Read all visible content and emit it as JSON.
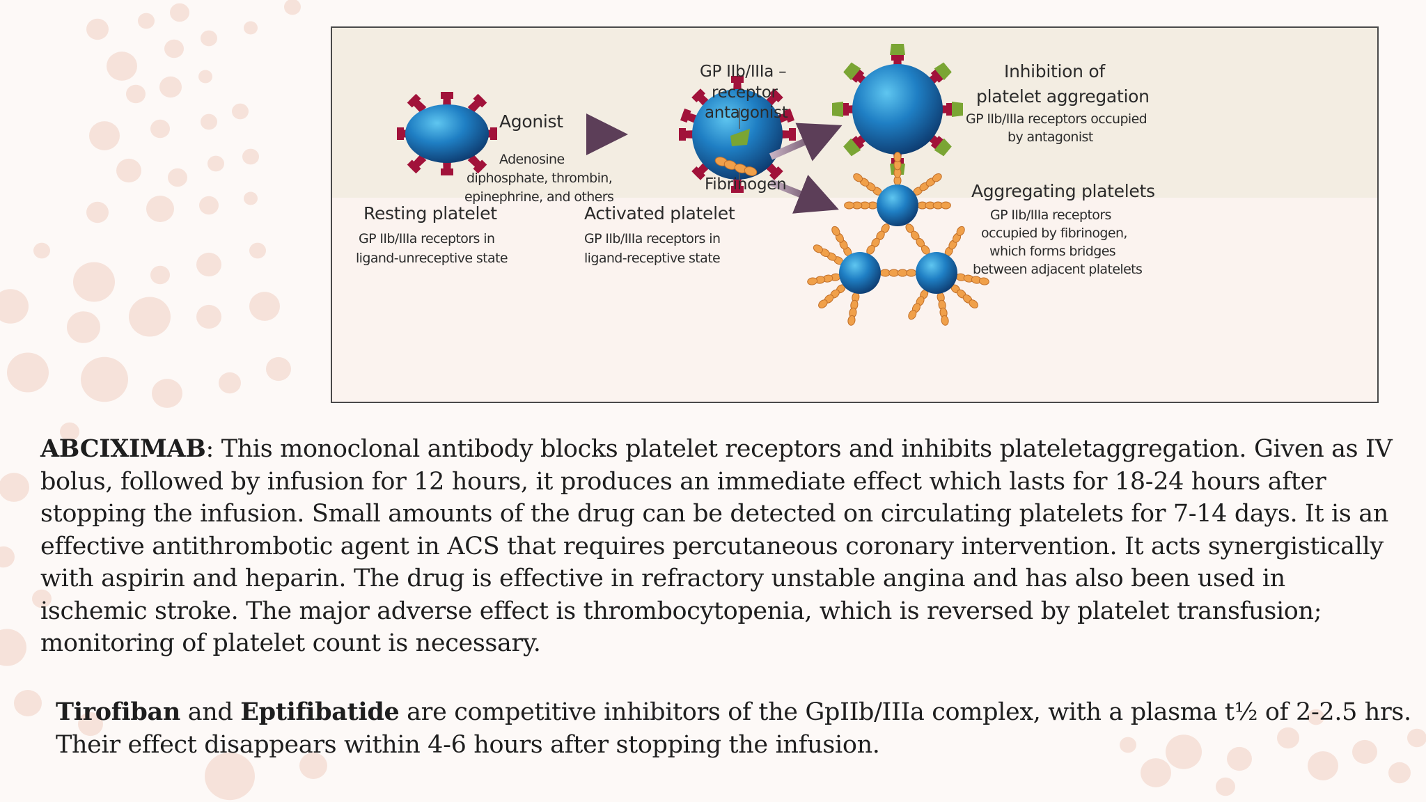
{
  "diagram": {
    "resting_title": "Resting platelet",
    "resting_desc_1": "GP IIb/IIIa receptors in",
    "resting_desc_2": "ligand-unreceptive state",
    "agonist_label": "Agonist",
    "agonist_desc_1": "Adenosine",
    "agonist_desc_2": "diphosphate, thrombin,",
    "agonist_desc_3": "epinephrine, and others",
    "activated_title": "Activated platelet",
    "activated_desc_1": "GP IIb/IIIa receptors in",
    "activated_desc_2": "ligand-receptive state",
    "antagonist_1": "GP IIb/IIIa –",
    "antagonist_2": "receptor",
    "antagonist_3": "antagonist",
    "fibrinogen_label": "Fibrinogen",
    "inhibition_title_1": "Inhibition of",
    "inhibition_title_2": "platelet aggregation",
    "inhibition_desc_1": "GP IIb/IIIa receptors occupied",
    "inhibition_desc_2": "by antagonist",
    "aggregating_title": "Aggregating platelets",
    "aggregating_desc_1": "GP IIb/IIIa receptors",
    "aggregating_desc_2": "occupied by fibrinogen,",
    "aggregating_desc_3": "which forms bridges",
    "aggregating_desc_4": "between adjacent platelets"
  },
  "para1": {
    "drug_name": "ABCIXIMAB",
    "body": ": This monoclonal antibody blocks platelet receptors and inhibits plateletaggregation. Given as IV bolus, followed by infusion for 12 hours, it produces an immediate effect which lasts for 18-24 hours after stopping the infusion. Small amounts of the drug can be detected on circulating platelets for 7-14 days. It is an effective antithrombotic agent in ACS that requires percutaneous coronary intervention. It acts synergistically with aspirin and heparin. The drug is effective in refractory unstable angina and has also been used in ischemic stroke. The major adverse effect is thrombocytopenia, which is reversed by platelet transfusion; monitoring of platelet count is necessary."
  },
  "para2": {
    "drug1": "Tirofiban",
    "and": " and ",
    "drug2": "Eptifibatide",
    "body": " are competitive inhibitors of the GpIIb/IIIa complex, with a plasma t½ of 2-2.5 hrs. Their effect disappears within 4-6 hours after stopping the infusion."
  },
  "colors": {
    "background": "#fdf9f7",
    "dots": "#f6e2da",
    "platelet": "#1d73b3",
    "receptor": "#a1123a",
    "antagonist": "#7aa534",
    "fibrinogen": "#f0a04a",
    "arrow": "#7a5a72"
  }
}
